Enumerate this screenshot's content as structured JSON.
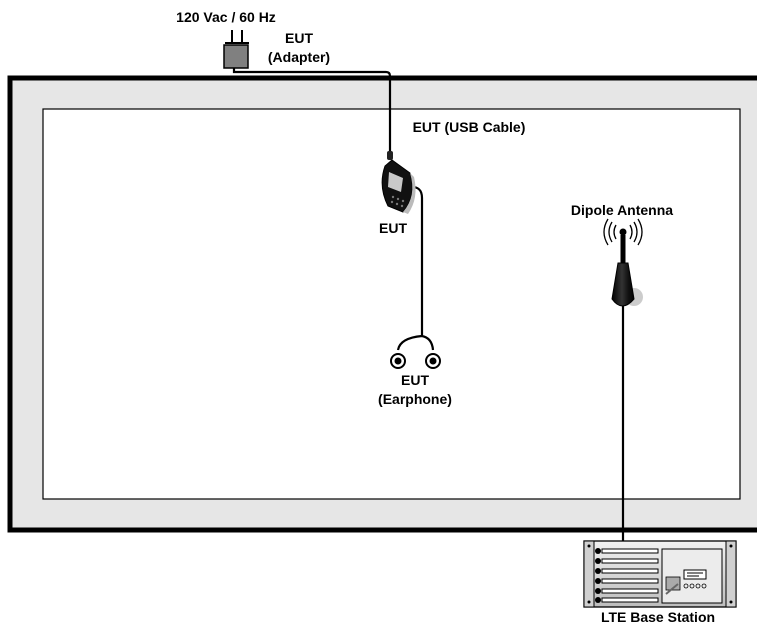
{
  "labels": {
    "power": "120 Vac / 60 Hz",
    "adapter_line1": "EUT",
    "adapter_line2": "(Adapter)",
    "usb_cable": "EUT (USB Cable)",
    "phone": "EUT",
    "earphone_line1": "EUT",
    "earphone_line2": "(Earphone)",
    "antenna": "Dipole Antenna",
    "base_station": "LTE Base Station"
  },
  "icons": [
    "power-plug-icon",
    "mobile-phone-icon",
    "earphone-icon",
    "dipole-antenna-icon",
    "radio-waves-icon",
    "base-station-rack-icon"
  ],
  "colors": {
    "chamber_fill": "#e6e6e6",
    "chamber_border": "#000000",
    "inner_area": "#ffffff",
    "adapter": "#808080"
  }
}
